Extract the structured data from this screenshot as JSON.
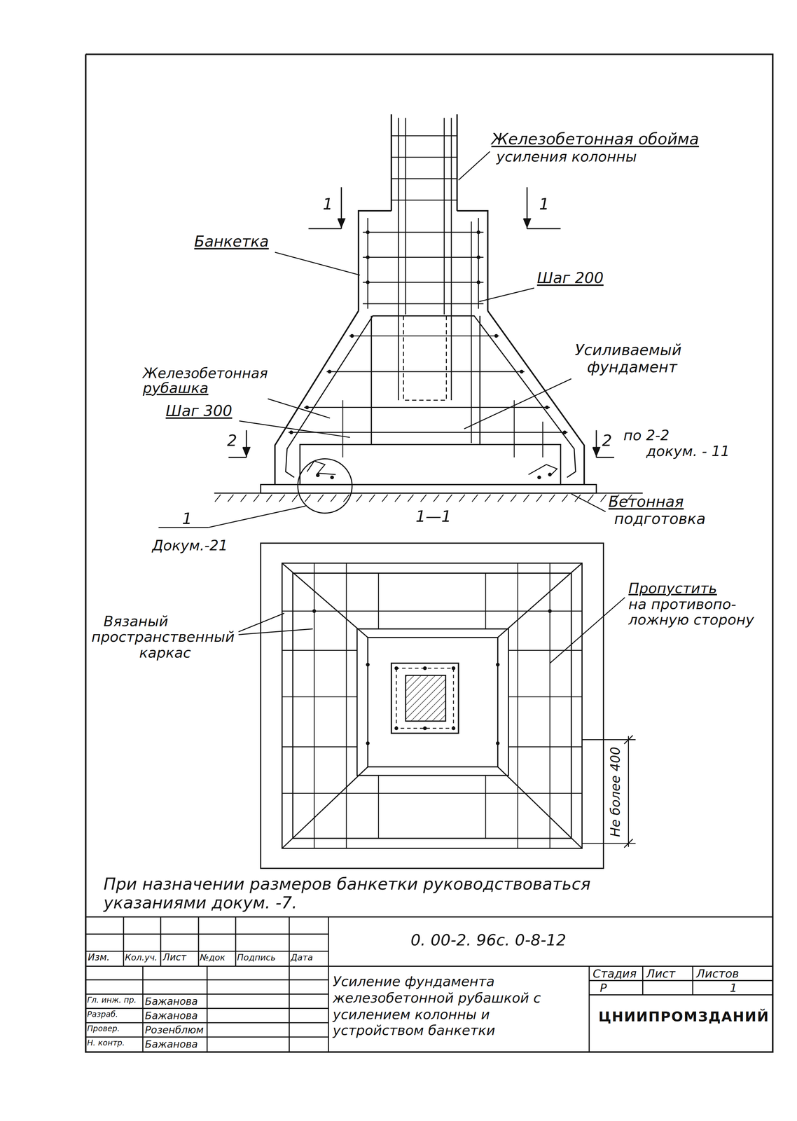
{
  "diagram": {
    "title": "Усиление фундамента железобетонной рубашкой с усилением колонны и устройством банкетки",
    "labels": [
      "Железобетонная обойма",
      "усиления колонны",
      "1",
      "1",
      "Банкетка",
      "Шаг 200",
      "Усиливаемый",
      "фундамент",
      "Железобетонная",
      "рубашка",
      "Шаг 300",
      "2",
      "2",
      "по 2-2",
      "докум. - 11",
      "Бетонная",
      "подготовка",
      "1",
      "Докум.-21",
      "1—1",
      "Вязаный",
      "пространственный",
      "каркас",
      "Пропустить",
      "на противопо-",
      "ложную сторону",
      "Не более 400",
      "При назначении размеров банкетки руководствоваться",
      "указаниями докум. -7.",
      "0. 00-2. 96с. 0-8-12",
      "Изм.",
      "Кол.уч.",
      "Лист",
      "№док",
      "Подпись",
      "Дата",
      "Гл. инж. пр.",
      "Бажанова",
      "Разраб.",
      "Бажанова",
      "Провер.",
      "Розенблюм",
      "Н. контр.",
      "Бажанова",
      "Стадия",
      "Лист",
      "Листов",
      "Р",
      "1",
      "ЦНИИПРОМЗДАНИЙ"
    ]
  }
}
